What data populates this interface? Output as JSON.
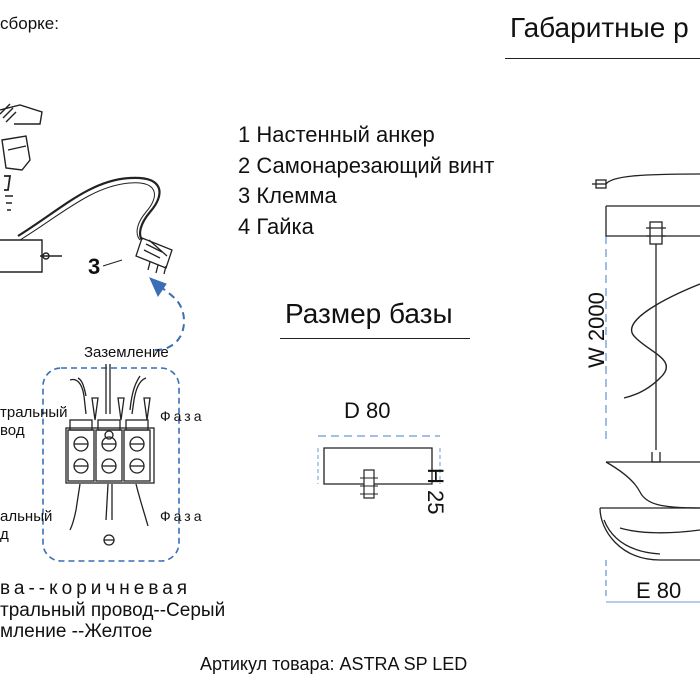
{
  "header": {
    "left_fragment": "сборке:",
    "right_title": "Габаритные р"
  },
  "legend": {
    "items": [
      "1 Настенный анкер",
      "2 Самонарезающий винт",
      "3 Клемма",
      "4 Гайка"
    ]
  },
  "callout_label": "3",
  "base": {
    "title": "Размер базы",
    "diameter_label": "D 80",
    "height_label": "H 25"
  },
  "dimensions": {
    "length_label": "W 2000",
    "width_label": "E 80"
  },
  "wiring": {
    "ground_label": "Заземление",
    "neutral_top_line1": "тральный",
    "neutral_top_line2": "вод",
    "neutral_bottom_line1": "альный",
    "neutral_bottom_line2": "д",
    "phase_top": "Фаза",
    "phase_bottom": "Фаза"
  },
  "color_notes": {
    "phase": "ва--коричневая",
    "neutral": "тральный провод--Серый",
    "ground": "мление --Желтое"
  },
  "sku": "Артикул товара: ASTRA SP LED",
  "colors": {
    "line": "#222222",
    "dashed_blue": "#3a6fb5",
    "dim_blue": "#6a9bd8"
  }
}
